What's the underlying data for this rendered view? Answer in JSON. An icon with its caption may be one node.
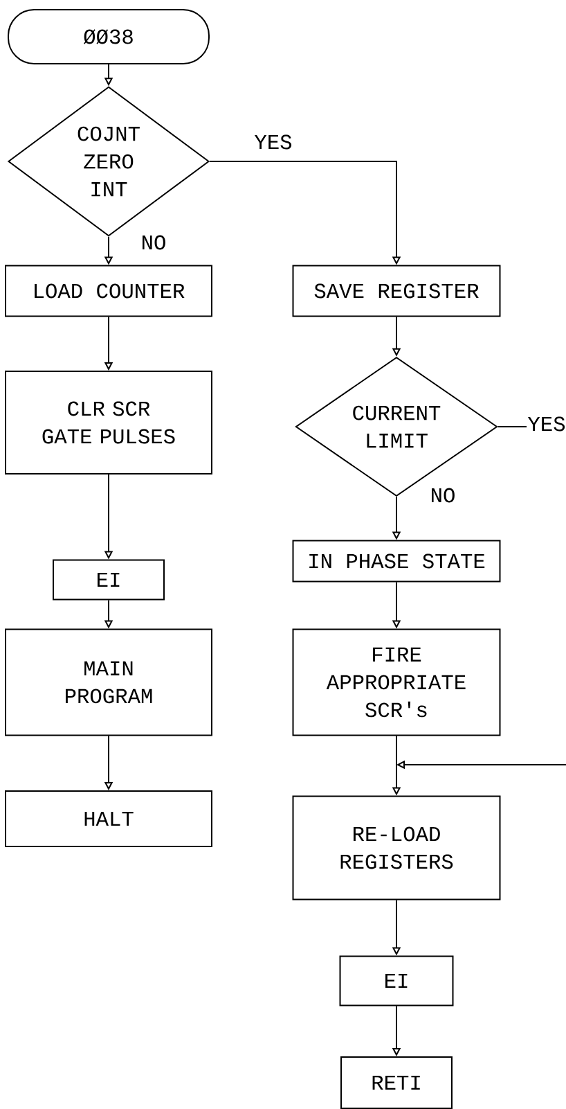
{
  "diagram": {
    "nodes": [
      {
        "text": [
          "ØØ38"
        ]
      },
      {
        "text": [
          "COJNT ZERO INT"
        ]
      },
      {
        "text": [
          "LOAD COUNTER"
        ]
      },
      {
        "text": [
          "CLR SCR GATE PULSES"
        ]
      },
      {
        "text": [
          "EI"
        ]
      },
      {
        "text": [
          "MAIN PROGRAM"
        ]
      },
      {
        "text": [
          "HALT"
        ]
      },
      {
        "text": [
          "SAVE REGISTER"
        ]
      },
      {
        "text": [
          "CURRENT LIMIT"
        ]
      },
      {
        "text": [
          "IN PHASE STATE"
        ]
      },
      {
        "text": [
          "FIRE APPROPRIATE SCR's"
        ]
      },
      {
        "text": [
          "RE-LOAD REGISTERS"
        ]
      },
      {
        "text": [
          "EI"
        ]
      },
      {
        "text": [
          "RETI"
        ]
      }
    ],
    "edges": [
      {
        "from": 0,
        "to": 1,
        "arrow": "to"
      },
      {
        "from": 1,
        "to": 2,
        "arrow": "to",
        "label": "NO"
      },
      {
        "from": 1,
        "to": 7,
        "arrow": "to",
        "label": "YES"
      },
      {
        "from": 2,
        "to": 3,
        "arrow": "to"
      },
      {
        "from": 3,
        "to": 4,
        "arrow": "to"
      },
      {
        "from": 4,
        "to": 5,
        "arrow": "to"
      },
      {
        "from": 5,
        "to": 6,
        "arrow": "to"
      },
      {
        "from": 7,
        "to": 8,
        "arrow": "to"
      },
      {
        "from": 8,
        "to": 9,
        "arrow": "to",
        "label": "NO"
      },
      {
        "from": 8,
        "to": null,
        "arrow": "none",
        "label": "YES"
      },
      {
        "from": 9,
        "to": 10,
        "arrow": "to"
      },
      {
        "from": 10,
        "to": 11,
        "arrow": "to"
      },
      {
        "from": null,
        "to": 11,
        "arrow": "to"
      },
      {
        "from": 11,
        "to": 12,
        "arrow": "to"
      },
      {
        "from": 12,
        "to": 13,
        "arrow": "to"
      }
    ]
  }
}
